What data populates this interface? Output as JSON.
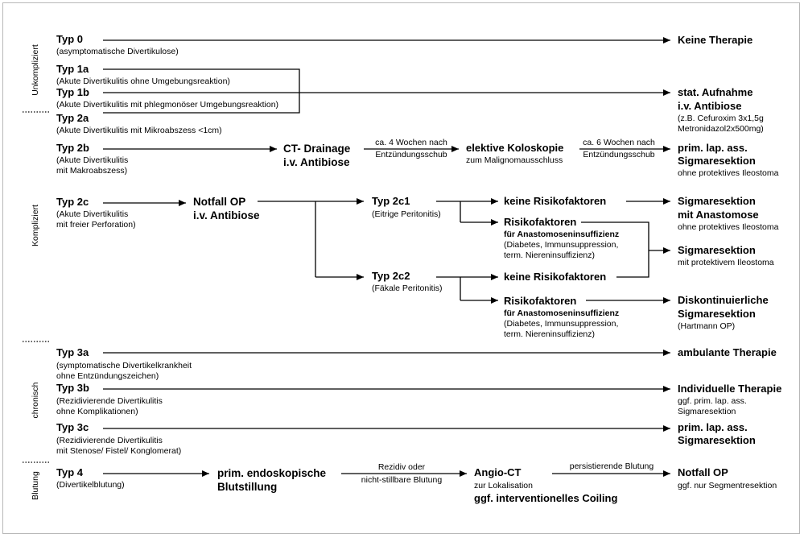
{
  "categories": {
    "unkompliziert": "Unkompliziert",
    "kompliziert": "Kompliziert",
    "chronisch": "chronisch",
    "blutung": "Blutung"
  },
  "types": {
    "typ0": {
      "title": "Typ 0",
      "desc": "(asymptomatische Divertikulose)"
    },
    "typ1a": {
      "title": "Typ 1a",
      "desc": "(Akute Divertikulitis ohne Umgebungsreaktion)"
    },
    "typ1b": {
      "title": "Typ 1b",
      "desc": "(Akute Divertikulitis mit phlegmonöser Umgebungsreaktion)"
    },
    "typ2a": {
      "title": "Typ 2a",
      "desc": "(Akute Divertikulitis mit Mikroabszess <1cm)"
    },
    "typ2b": {
      "title": "Typ 2b",
      "desc1": "(Akute Divertikulitis",
      "desc2": "mit Makroabszess)"
    },
    "typ2c": {
      "title": "Typ 2c",
      "desc1": "(Akute Divertikulitis",
      "desc2": "mit freier Perforation)"
    },
    "typ2c1": {
      "title": "Typ 2c1",
      "desc": "(Eitrige Peritonitis)"
    },
    "typ2c2": {
      "title": "Typ 2c2",
      "desc": "(Fäkale Peritonitis)"
    },
    "typ3a": {
      "title": "Typ 3a",
      "desc1": "(symptomatische Divertikelkrankheit",
      "desc2": "ohne Entzündungszeichen)"
    },
    "typ3b": {
      "title": "Typ 3b",
      "desc1": "(Rezidivierende Divertikulitis",
      "desc2": "ohne Komplikationen)"
    },
    "typ3c": {
      "title": "Typ 3c",
      "desc1": "(Rezidivierende Divertikulitis",
      "desc2": "mit Stenose/ Fistel/ Konglomerat)"
    },
    "typ4": {
      "title": "Typ 4",
      "desc": "(Divertikelblutung)"
    }
  },
  "steps": {
    "ct_drainage": {
      "line1": "CT- Drainage",
      "line2": "i.v. Antibiose"
    },
    "koloskopie": {
      "title": "elektive Koloskopie",
      "sub": "zum Malignomausschluss"
    },
    "notfall_op": {
      "line1": "Notfall OP",
      "line2": "i.v. Antibiose"
    },
    "keine_rf_1": "keine Risikofaktoren",
    "rf_1": {
      "title": "Risikofaktoren",
      "sub": "für Anastomoseninsuffizienz",
      "d1": "(Diabetes, Immunsuppression,",
      "d2": "term. Niereninsuffizienz)"
    },
    "keine_rf_2": "keine Risikofaktoren",
    "rf_2": {
      "title": "Risikofaktoren",
      "sub": "für Anastomoseninsuffizienz",
      "d1": "(Diabetes, Immunsuppression,",
      "d2": "term. Niereninsuffizienz)"
    },
    "endoskopie": {
      "line1": "prim. endoskopische",
      "line2": "Blutstillung"
    },
    "angio_ct": {
      "title": "Angio-CT",
      "sub": "zur Lokalisation",
      "line3": "ggf. interventionelles Coiling"
    }
  },
  "edge_labels": {
    "wochen4": {
      "l1": "ca. 4 Wochen nach",
      "l2": "Entzündungsschub"
    },
    "wochen6": {
      "l1": "ca. 6 Wochen nach",
      "l2": "Entzündungsschub"
    },
    "rezidiv": {
      "l1": "Rezidiv oder",
      "l2": "nicht-stillbare Blutung"
    },
    "persist": "persistierende Blutung"
  },
  "outcomes": {
    "keine_therapie": "Keine Therapie",
    "stat_aufnahme": {
      "l1": "stat. Aufnahme",
      "l2": "i.v. Antibiose",
      "d1": "(z.B. Cefuroxim 3x1,5g",
      "d2": "Metronidazol2x500mg)"
    },
    "prim_lap_1": {
      "l1": "prim. lap. ass.",
      "l2": "Sigmaresektion",
      "d": "ohne protektives Ileostoma"
    },
    "sig_anast": {
      "l1": "Sigmaresektion",
      "l2": "mit Anastomose",
      "d": "ohne protektives Ileostoma"
    },
    "sig_ileo": {
      "l1": "Sigmaresektion",
      "d": "mit protektivem Ileostoma"
    },
    "diskont": {
      "l1": "Diskontinuierliche",
      "l2": "Sigmaresektion",
      "d": "(Hartmann OP)"
    },
    "ambulant": "ambulante Therapie",
    "individuell": {
      "l1": "Individuelle Therapie",
      "d1": "ggf. prim. lap. ass.",
      "d2": "Sigmaresektion"
    },
    "prim_lap_2": {
      "l1": "prim. lap. ass.",
      "l2": "Sigmaresektion"
    },
    "notfall_op2": {
      "l1": "Notfall OP",
      "d": "ggf. nur Segmentresektion"
    }
  }
}
